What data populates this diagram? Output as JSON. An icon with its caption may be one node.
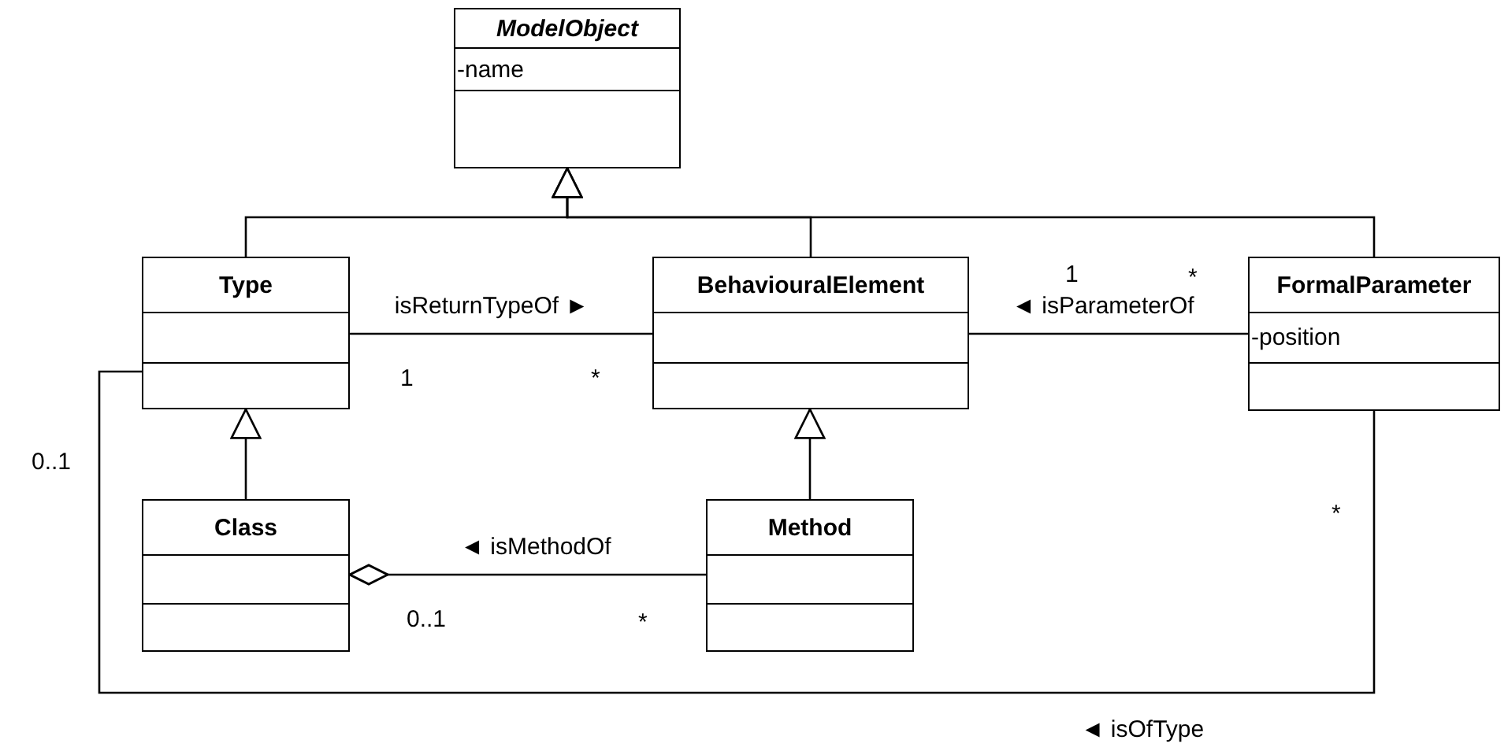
{
  "diagram": {
    "nodes": [
      {
        "text": [
          "ModelObject",
          "-name"
        ]
      },
      {
        "text": [
          "Type"
        ]
      },
      {
        "text": [
          "BehaviouralElement"
        ]
      },
      {
        "text": [
          "FormalParameter",
          "-position"
        ]
      },
      {
        "text": [
          "Class"
        ]
      },
      {
        "text": [
          "Method"
        ]
      }
    ],
    "edges": [
      {
        "from": 1,
        "to": 0,
        "arrow": "to"
      },
      {
        "from": 2,
        "to": 0,
        "arrow": "to"
      },
      {
        "from": 3,
        "to": 0,
        "arrow": "to"
      },
      {
        "from": 1,
        "to": 2,
        "arrow": "none",
        "label": "isReturnTypeOf ►"
      },
      {
        "from": 2,
        "to": 3,
        "arrow": "none",
        "label": "◄ isParameterOf"
      },
      {
        "from": 4,
        "to": 1,
        "arrow": "to"
      },
      {
        "from": 5,
        "to": 2,
        "arrow": "to"
      },
      {
        "from": 4,
        "to": 5,
        "arrow": "other",
        "label": "◄ isMethodOf"
      },
      {
        "from": 1,
        "to": 3,
        "arrow": "none",
        "label": "◄ isOfType"
      }
    ],
    "labels": [
      "1",
      "*",
      "1",
      "*",
      "0..1",
      "*",
      "0..1",
      "*"
    ]
  }
}
